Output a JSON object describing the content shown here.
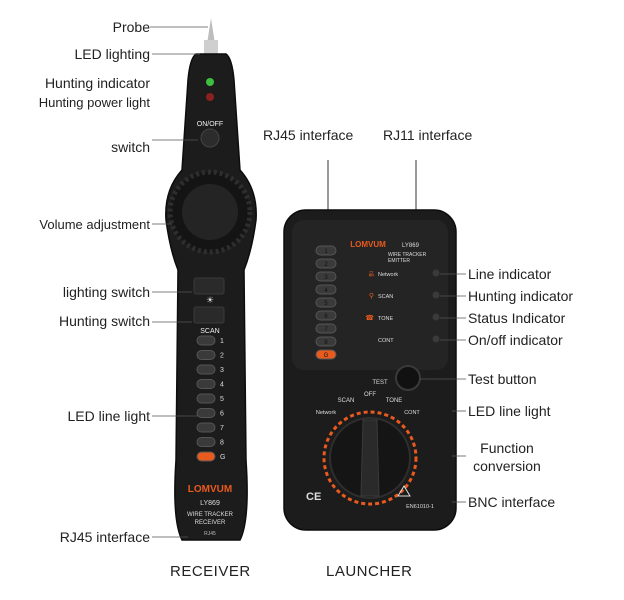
{
  "left_labels": {
    "probe": "Probe",
    "led_lighting": "LED lighting",
    "hunting_indicator": "Hunting indicator",
    "hunting_power_light": "Hunting power light",
    "switch": "switch",
    "volume_adjustment": "Volume adjustment",
    "lighting_switch": "lighting switch",
    "hunting_switch": "Hunting switch",
    "led_line_light": "LED line light",
    "rj45_interface": "RJ45 interface"
  },
  "top_labels": {
    "rj45_interface": "RJ45 interface",
    "rj11_interface": "RJ11 interface"
  },
  "right_labels": {
    "line_indicator": "Line indicator",
    "hunting_indicator": "Hunting indicator",
    "status_indicator": "Status Indicator",
    "onoff_indicator": "On/off indicator",
    "test_button": "Test button",
    "led_line_light": "LED line light",
    "function_conversion_1": "Function",
    "function_conversion_2": "conversion",
    "bnc_interface": "BNC interface"
  },
  "captions": {
    "receiver": "RECEIVER",
    "launcher": "LAUNCHER"
  },
  "receiver_device": {
    "onoff": "ON/OFF",
    "scan": "SCAN",
    "brand": "LOMVUM",
    "model": "LY869",
    "line1": "WIRE TRACKER",
    "line2": "RECEIVER",
    "port": "RJ45",
    "leds": [
      "1",
      "2",
      "3",
      "4",
      "5",
      "6",
      "7",
      "8",
      "G"
    ]
  },
  "launcher_device": {
    "brand": "LOMVUM",
    "model": "LY869",
    "line1": "WIRE TRACKER",
    "line2": "EMITTER",
    "status_network": "Network",
    "status_scan": "SCAN",
    "status_tone": "TONE",
    "status_cont": "CONT",
    "dial_test": "TEST",
    "dial_scan": "SCAN",
    "dial_off": "OFF",
    "dial_tone": "TONE",
    "dial_network": "Network",
    "dial_cont": "CONT",
    "standard": "EN61010-1",
    "ce": "CE",
    "leds": [
      "1",
      "2",
      "3",
      "4",
      "5",
      "6",
      "7",
      "8",
      "G"
    ]
  },
  "colors": {
    "body": "#1c1c1c",
    "accent": "#e85a1e",
    "led_green": "#3fbf3f",
    "led_red": "#d23a2a"
  }
}
